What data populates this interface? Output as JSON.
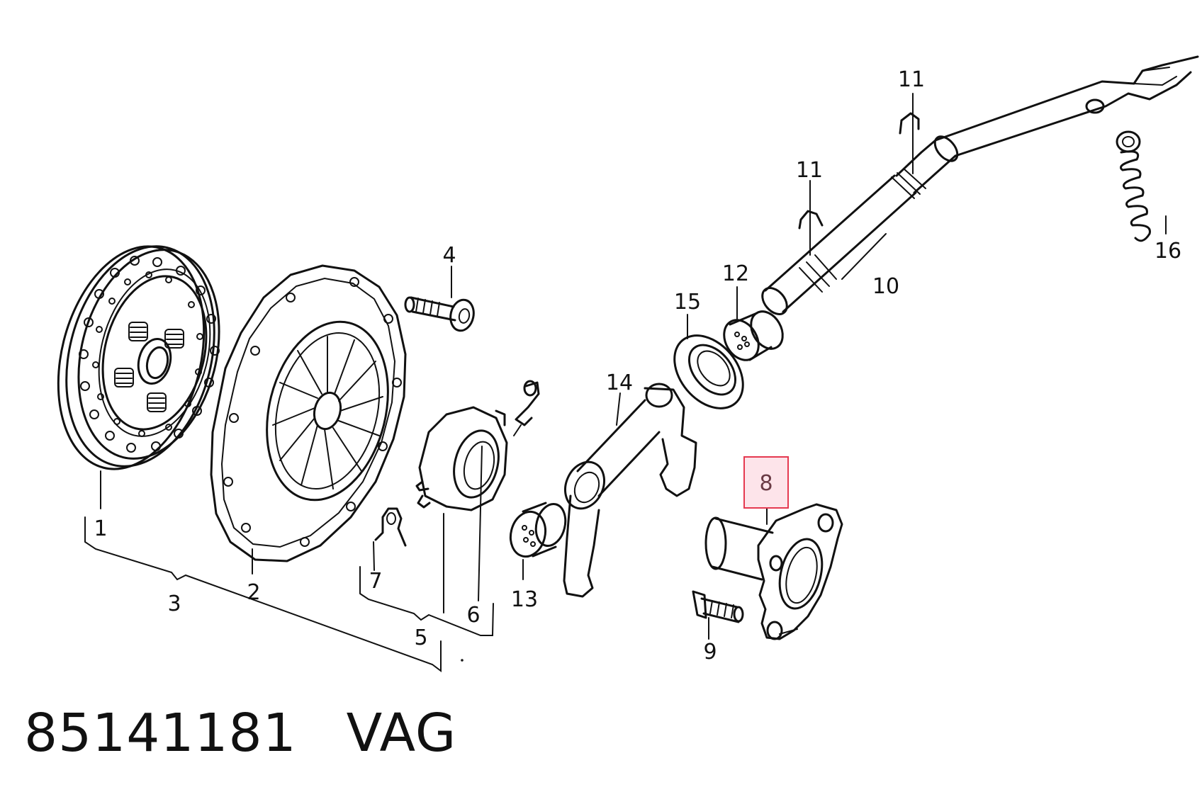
{
  "callouts": {
    "c1": "1",
    "c2": "2",
    "c3": "3",
    "c4": "4",
    "c5": "5",
    "c6": "6",
    "c7": "7",
    "c8": "8",
    "c9": "9",
    "c10": "10",
    "c11a": "11",
    "c11b": "11",
    "c12": "12",
    "c13": "13",
    "c14": "14",
    "c15": "15",
    "c16": "16"
  },
  "highlight": {
    "label": "8",
    "stroke_color": "#e53950",
    "fill_color": "#fde4ea"
  },
  "caption": {
    "part_number": "85141181",
    "brand": "VAG"
  }
}
